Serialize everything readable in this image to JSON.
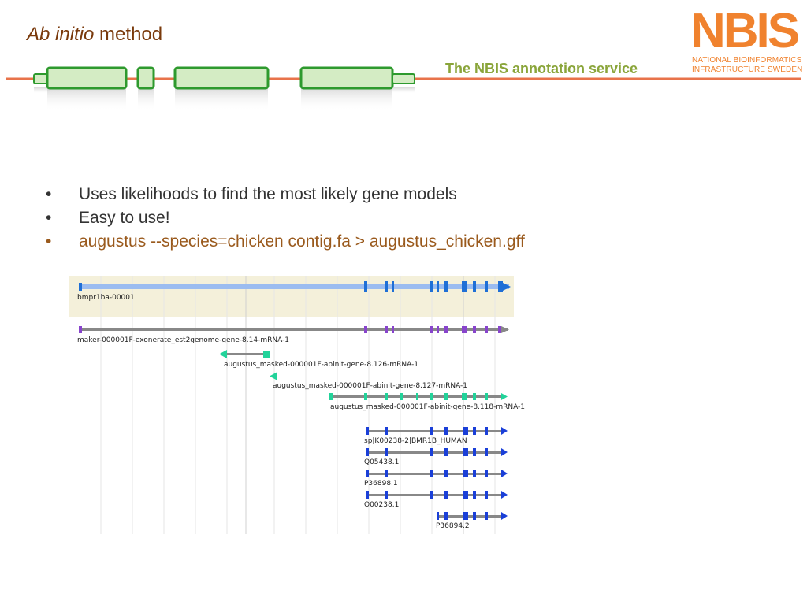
{
  "slide": {
    "title_italic": "Ab initio",
    "title_rest": " method",
    "subtitle": "The NBIS annotation service"
  },
  "logo": {
    "letters": "NBIS",
    "line1": "NATIONAL BIOINFORMATICS",
    "line2": "INFRASTRUCTURE SWEDEN"
  },
  "bullets": [
    "Uses likelihoods to find the most likely gene models",
    "Easy to use!",
    "augustus --species=chicken contig.fa > augustus_chicken.gff"
  ],
  "colors": {
    "title": "#7a3a0c",
    "subtitle": "#8aa53a",
    "logo": "#f0822e",
    "banner_line": "#e8734a",
    "exon_fill": "#d4ecc4",
    "exon_stroke": "#2e9a2e",
    "ref_track": "#9bbcf0",
    "ref_exon": "#1f6fd6",
    "maker_exon": "#8844cc",
    "augustus_exon": "#22d39a",
    "protein_exon": "#1a3fd8",
    "intron": "#888888"
  },
  "tracks": [
    {
      "label": "bmpr1ba-00001",
      "color": "ref_exon",
      "start": 0,
      "end": 1
    },
    {
      "label": "maker-000001F-exonerate_est2genome-gene-8.14-mRNA-1",
      "color": "maker_exon",
      "start": 0,
      "end": 1
    },
    {
      "label": "augustus_masked-000001F-abinit-gene-8.126-mRNA-1",
      "color": "augustus_exon",
      "start": 0.33,
      "end": 0.44
    },
    {
      "label": "augustus_masked-000001F-abinit-gene-8.127-mRNA-1",
      "color": "augustus_exon",
      "start": 0.44,
      "end": 0.47
    },
    {
      "label": "augustus_masked-000001F-abinit-gene-8.118-mRNA-1",
      "color": "augustus_exon",
      "start": 0.58,
      "end": 1
    },
    {
      "label": "sp|K00238-2|BMR1B_HUMAN",
      "color": "protein_exon",
      "start": 0.66,
      "end": 1
    },
    {
      "label": "Q05438.1",
      "color": "protein_exon",
      "start": 0.66,
      "end": 1
    },
    {
      "label": "P36898.1",
      "color": "protein_exon",
      "start": 0.66,
      "end": 1
    },
    {
      "label": "O00238.1",
      "color": "protein_exon",
      "start": 0.66,
      "end": 1
    },
    {
      "label": "P36894.2",
      "color": "protein_exon",
      "start": 0.83,
      "end": 1
    }
  ]
}
